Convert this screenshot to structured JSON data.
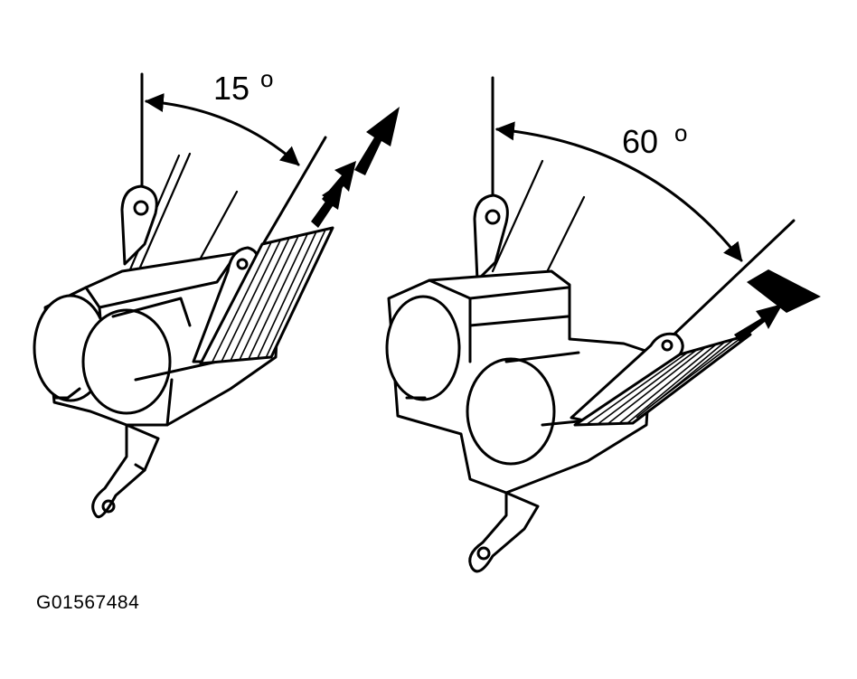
{
  "figure_id": "G01567484",
  "left_view": {
    "angle_value": "15",
    "angle_unit": "o"
  },
  "right_view": {
    "angle_value": "60",
    "angle_unit": "o"
  }
}
